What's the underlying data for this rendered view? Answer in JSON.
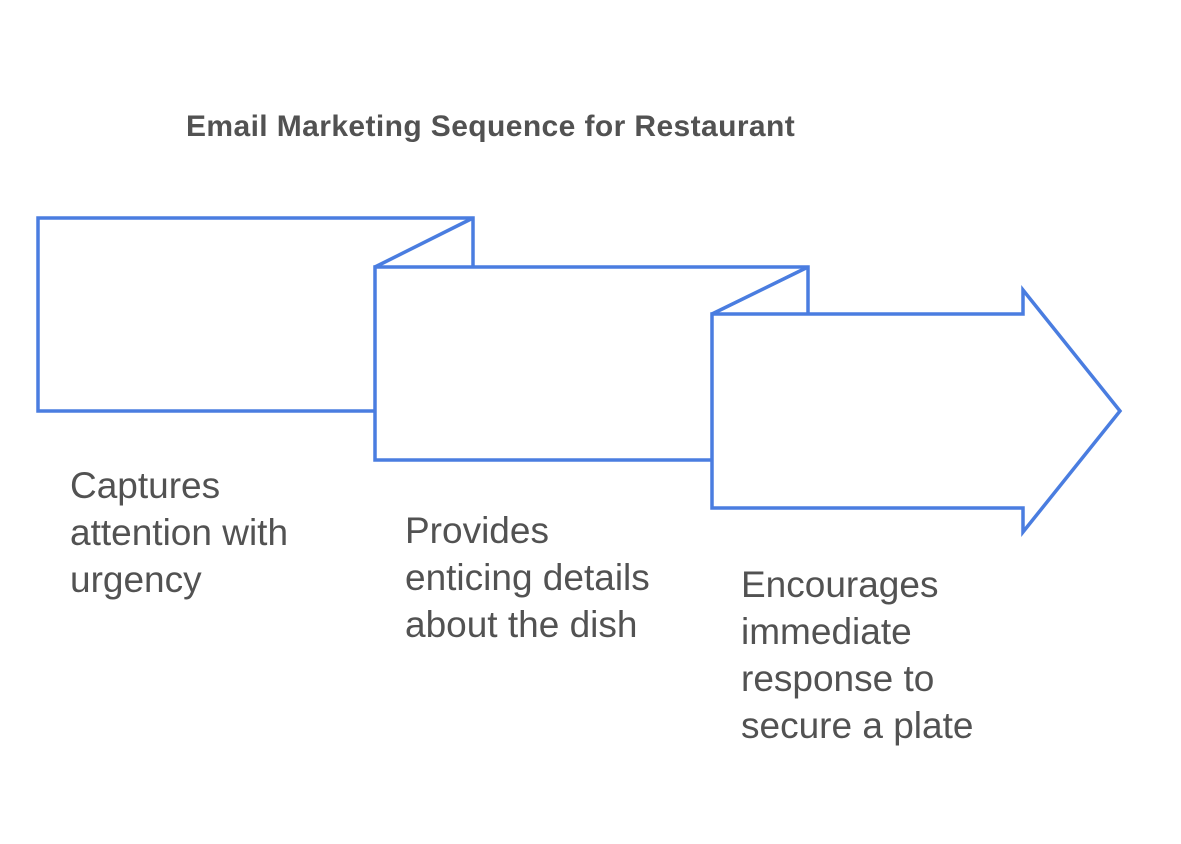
{
  "title": "Email Marketing Sequence for Restaurant",
  "colors": {
    "shape_stroke": "#4a7de0",
    "shape_fill": "#ffffff",
    "text": "#525252",
    "background": "#ffffff"
  },
  "diagram": {
    "type": "sequence-ribbon",
    "direction": "left-to-right",
    "steps": [
      {
        "shape": "rectangle",
        "text": "Captures attention with urgency",
        "lines": [
          "Captures",
          "attention with",
          "urgency"
        ]
      },
      {
        "shape": "rectangle",
        "text": "Provides enticing details about the dish",
        "lines": [
          "Provides",
          "enticing details",
          "about the dish"
        ]
      },
      {
        "shape": "arrow-right",
        "text": "Encourages immediate response to secure a plate",
        "lines": [
          "Encourages",
          "immediate",
          "response to",
          "secure a plate"
        ]
      }
    ]
  }
}
